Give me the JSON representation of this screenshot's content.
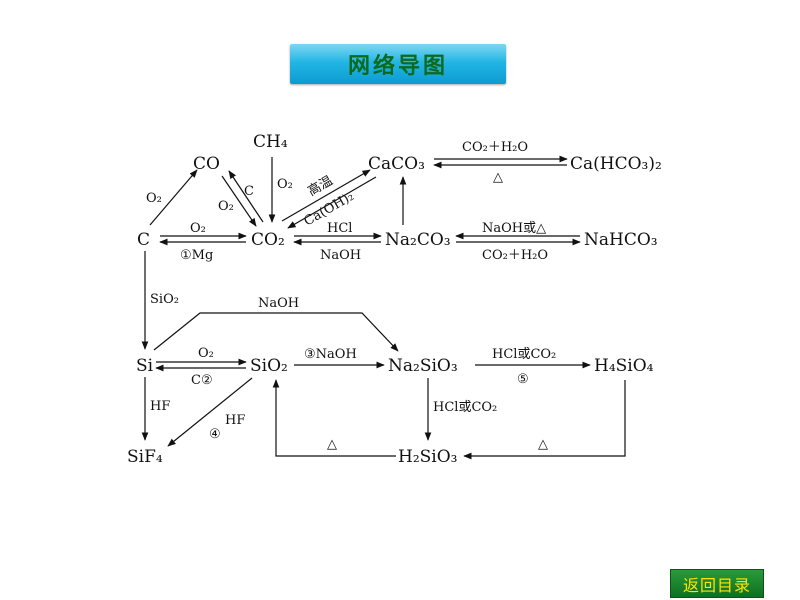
{
  "header": {
    "title": "网络导图"
  },
  "footer": {
    "back_label": "返回目录"
  },
  "nodes": {
    "CO": "CO",
    "CH4": "CH₄",
    "CaCO3": "CaCO₃",
    "CaHCO3_2": "Ca(HCO₃)₂",
    "C": "C",
    "CO2": "CO₂",
    "Na2CO3": "Na₂CO₃",
    "NaHCO3": "NaHCO₃",
    "Si": "Si",
    "SiO2": "SiO₂",
    "Na2SiO3": "Na₂SiO₃",
    "H4SiO4": "H₄SiO₄",
    "SiF4": "SiF₄",
    "H2SiO3": "H₂SiO₃"
  },
  "labels": {
    "C_CO_O2": "O₂",
    "CO_CO2_O2": "O₂",
    "CO2_CO_C": "C",
    "CH4_O2": "O₂",
    "CO2_CaCO3_high_temp": "高温",
    "CaCO3_CO2_CaOH2": "Ca(OH)₂",
    "CaCO3_fwd": "CO₂＋H₂O",
    "CaCO3_back": "△",
    "C_CO2_O2": "O₂",
    "CO2_C_Mg": "①Mg",
    "CO2_Na2CO3_HCl": "HCl",
    "Na2CO3_CO2_NaOH": "NaOH",
    "NaHCO3_fwd": "NaOH或△",
    "NaHCO3_back": "CO₂＋H₂O",
    "C_Si_SiO2": "SiO₂",
    "Si_Na2SiO3_NaOH": "NaOH",
    "Si_SiO2_O2": "O₂",
    "SiO2_Si_C": "C②",
    "SiO2_Na2SiO3": "③NaOH",
    "Na2SiO3_H4SiO4": "HCl或CO₂",
    "Na2SiO3_H4SiO4_num": "⑤",
    "Si_SiF4_HF": "HF",
    "SiO2_SiF4_HF": "HF",
    "SiO2_SiF4_num": "④",
    "Na2SiO3_H2SiO3": "HCl或CO₂",
    "H2SiO3_SiO2_heat": "△",
    "H4SiO4_H2SiO3_heat": "△"
  }
}
